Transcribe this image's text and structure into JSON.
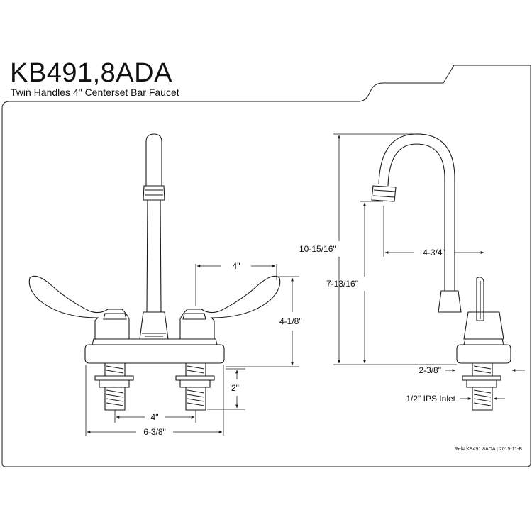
{
  "header": {
    "title": "KB491,8ADA",
    "subtitle": "Twin Handles 4\" Centerset Bar Faucet"
  },
  "front_view": {
    "dimensions": {
      "handle_spacing_top": "4\"",
      "height_to_handle": "4-1/8\"",
      "shank_length": "2\"",
      "inlet_spacing": "4\"",
      "base_width": "6-3/8\""
    }
  },
  "side_view": {
    "dimensions": {
      "overall_height": "10-15/16\"",
      "spout_height": "7-13/16\"",
      "spout_reach": "4-3/4\"",
      "base_depth": "2-3/8\"",
      "inlet": "1/2\" IPS Inlet"
    }
  },
  "footer": {
    "reference": "Ref# KB491,8ADA | 2015-11-B"
  },
  "colors": {
    "line": "#1a1a1a",
    "background": "#ffffff"
  }
}
